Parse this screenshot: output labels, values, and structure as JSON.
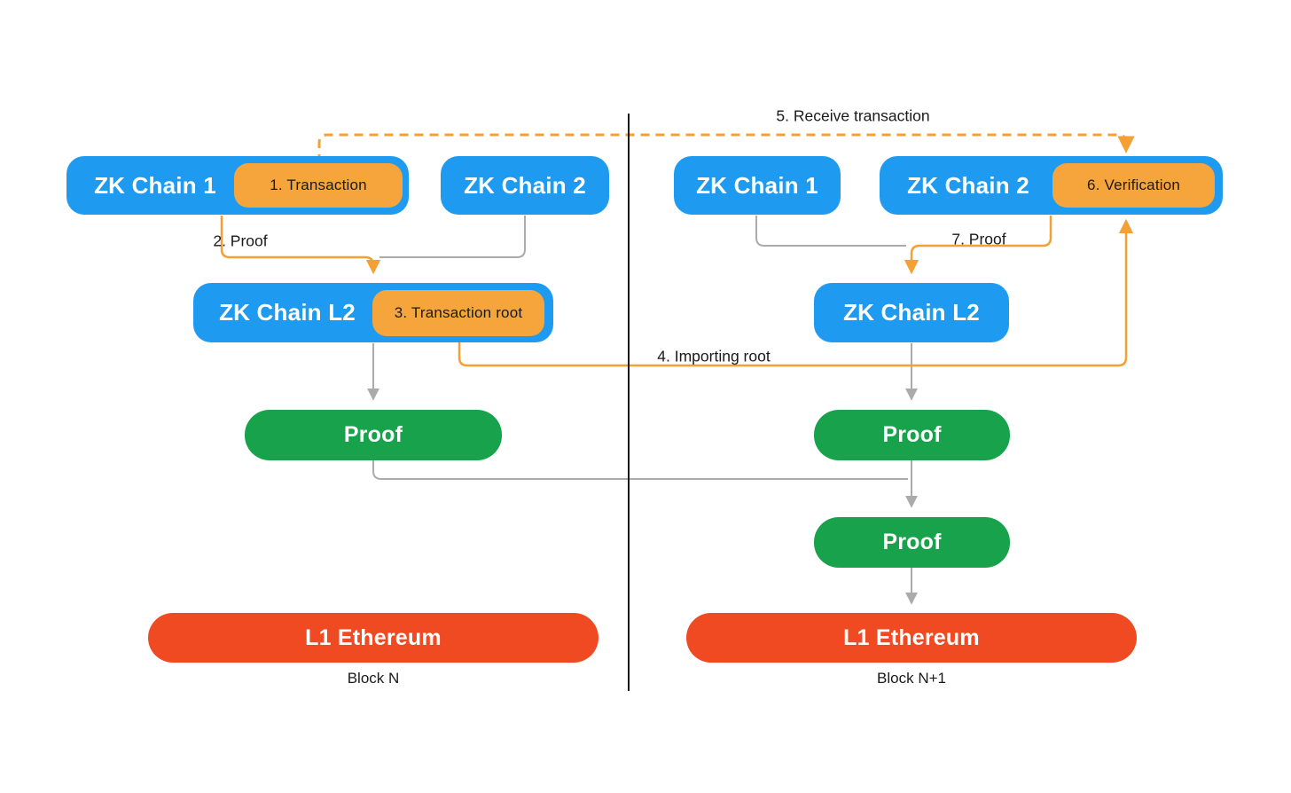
{
  "colors": {
    "blue": "#1E9BF0",
    "orange": "#F6A43C",
    "green": "#18A24B",
    "red": "#F04A23",
    "orange_line": "#F5A033",
    "gray_line": "#ABABAB",
    "divider": "#1A1A1A",
    "text_dark": "#1A1A1A",
    "text_light": "#FFFFFF"
  },
  "left_panel": {
    "zk_chain_1": {
      "label": "ZK Chain 1",
      "badge": "1. Transaction"
    },
    "zk_chain_2": {
      "label": "ZK Chain 2"
    },
    "zk_chain_l2": {
      "label": "ZK Chain L2",
      "badge": "3. Transaction root"
    },
    "proof": {
      "label": "Proof"
    },
    "l1": {
      "label": "L1 Ethereum"
    },
    "block_caption": "Block N"
  },
  "right_panel": {
    "zk_chain_1": {
      "label": "ZK Chain 1"
    },
    "zk_chain_2": {
      "label": "ZK Chain 2",
      "badge": "6. Verification"
    },
    "zk_chain_l2": {
      "label": "ZK Chain L2"
    },
    "proof_upper": {
      "label": "Proof"
    },
    "proof_lower": {
      "label": "Proof"
    },
    "l1": {
      "label": "L1 Ethereum"
    },
    "block_caption": "Block N+1"
  },
  "edge_labels": {
    "step2": "2. Proof",
    "step4": "4. Importing root",
    "step5": "5. Receive transaction",
    "step7": "7. Proof"
  }
}
